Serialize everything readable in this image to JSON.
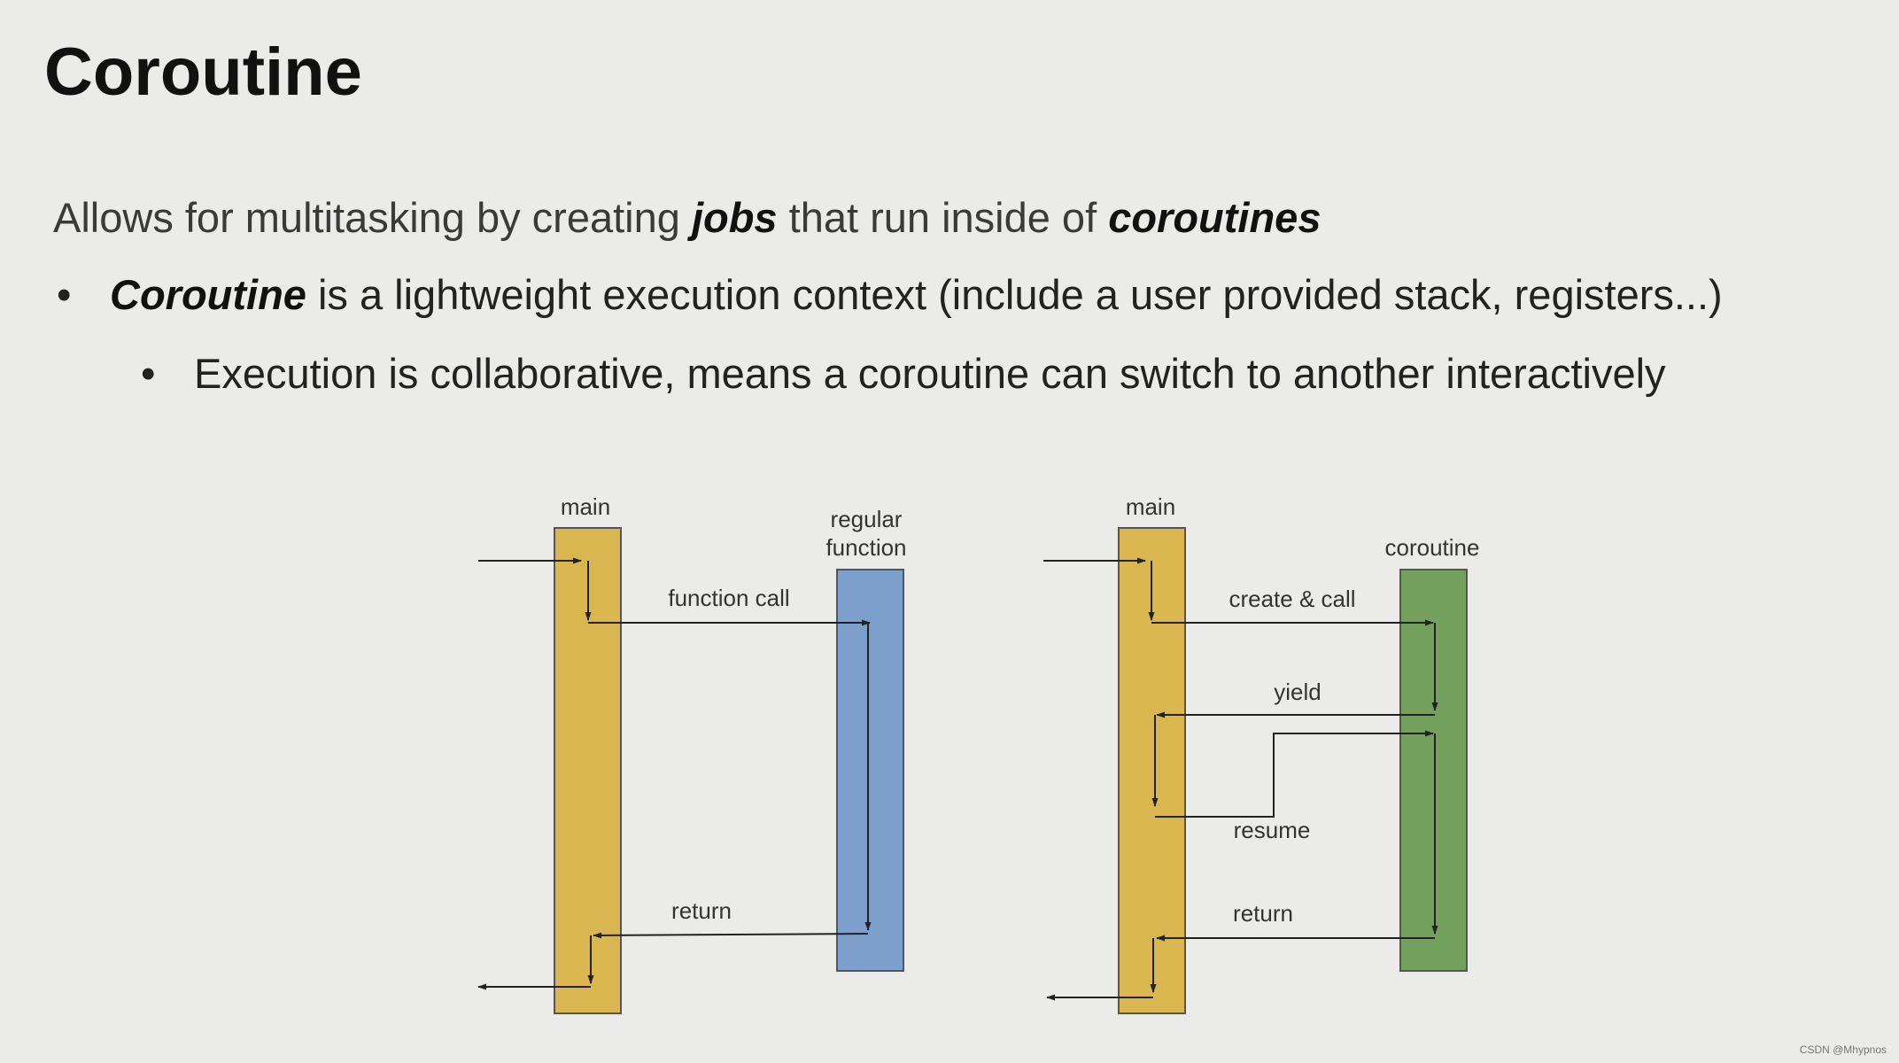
{
  "title": "Coroutine",
  "intro": {
    "part1": "Allows for multitasking by creating ",
    "em1": "jobs",
    "part2": " that run inside of ",
    "em2": "coroutines"
  },
  "bullet1": {
    "marker": "•",
    "em": "Coroutine",
    "text": " is a lightweight execution context (include a user provided stack, registers...)"
  },
  "bullet2": {
    "marker": "•",
    "text": "Execution is collaborative, means a coroutine can switch to another interactively"
  },
  "diagram_left": {
    "main_label": "main",
    "func_label_1": "regular",
    "func_label_2": "function",
    "call_label": "function call",
    "return_label": "return"
  },
  "diagram_right": {
    "main_label": "main",
    "co_label": "coroutine",
    "create_label": "create & call",
    "yield_label": "yield",
    "resume_label": "resume",
    "return_label": "return"
  },
  "credit": "CSDN @Mhypnos",
  "colors": {
    "main_bar": "#d9b650",
    "function_bar": "#7c9fcb",
    "coroutine_bar": "#73a05d",
    "arrow": "#222222"
  }
}
